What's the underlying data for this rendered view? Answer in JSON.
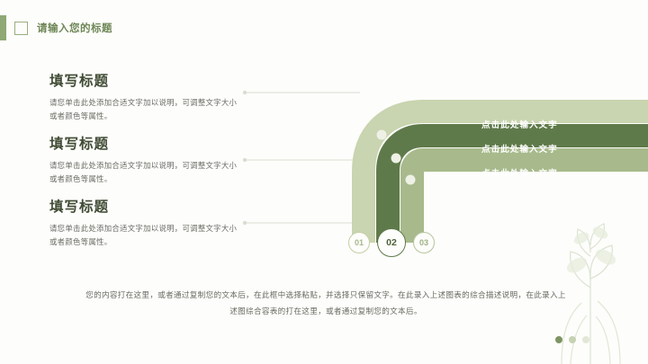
{
  "header": {
    "title": "请输入您的标题"
  },
  "blocks": [
    {
      "title": "填写标题",
      "desc": "请您单击此处添加合适文字加以说明，可调整文字大小或者颜色等属性。"
    },
    {
      "title": "填写标题",
      "desc": "请您单击此处添加合适文字加以说明，可调整文字大小或者颜色等属性。"
    },
    {
      "title": "填写标题",
      "desc": "请您单击此处添加合适文字加以说明，可调整文字大小或者颜色等属性。"
    }
  ],
  "ribbon": {
    "labels": [
      "点击此处输入文字",
      "点击此处输入文字",
      "点击此处输入文字"
    ],
    "colors": {
      "band_light": "#c9d4b0",
      "band_dark": "#5f7a4a",
      "band_mid": "#a8ba8c"
    }
  },
  "numbers": [
    "01",
    "02",
    "03"
  ],
  "bottom": {
    "text": "您的内容打在这里，或者通过复制您的文本后，在此框中选择粘贴，并选择只保留文字。在此录入上述图表的综合描述说明，在此录入上述图综合容表的打在这里，或者通过复制您的文本后。"
  },
  "theme": {
    "accent": "#8fa876",
    "title_color": "#6f8757",
    "text_color": "#6a6a64"
  }
}
